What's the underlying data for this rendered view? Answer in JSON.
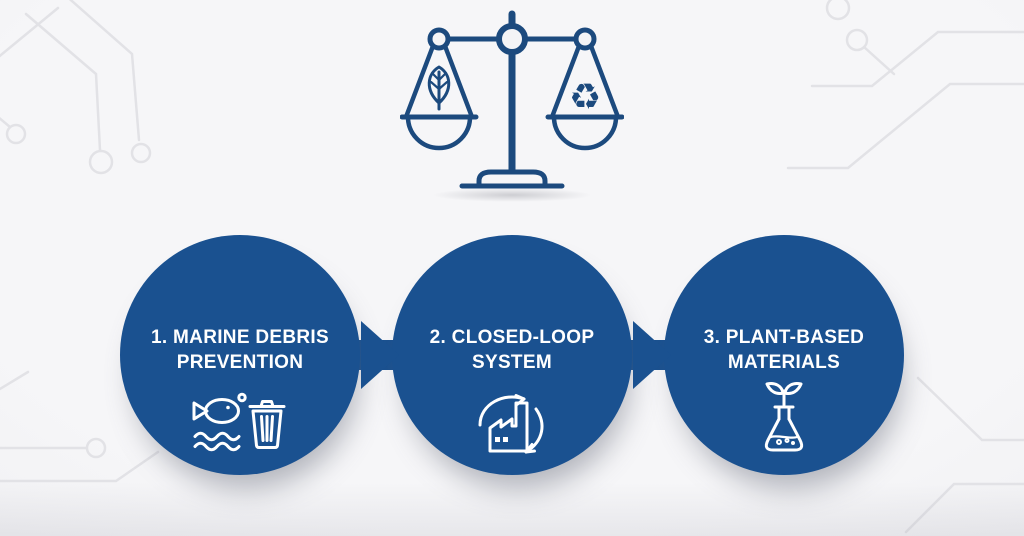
{
  "header": {
    "balance_icon": "balance-scale-icon",
    "left_pan_symbol": "leaf-icon",
    "right_pan_symbol": "recycling-icon",
    "recycle_glyph": "♻"
  },
  "steps": [
    {
      "line1": "1. MARINE DEBRIS",
      "line2": "PREVENTION",
      "icon": "fish-waves-trash-icon"
    },
    {
      "line1": "2. CLOSED-LOOP",
      "line2": "SYSTEM",
      "icon": "factory-recycle-loop-icon"
    },
    {
      "line1": "3. PLANT-BASED",
      "line2": "MATERIALS",
      "icon": "flask-sprout-icon"
    }
  ],
  "colors": {
    "step_circle": "#1a5190",
    "scale_stroke": "#1c4a7e",
    "icon_stroke": "#ffffff",
    "step_text": "#ffffff",
    "bg_center": "#f6f6f8",
    "bg_edge": "#e8e8eb",
    "trace": "#e2e2e6"
  }
}
